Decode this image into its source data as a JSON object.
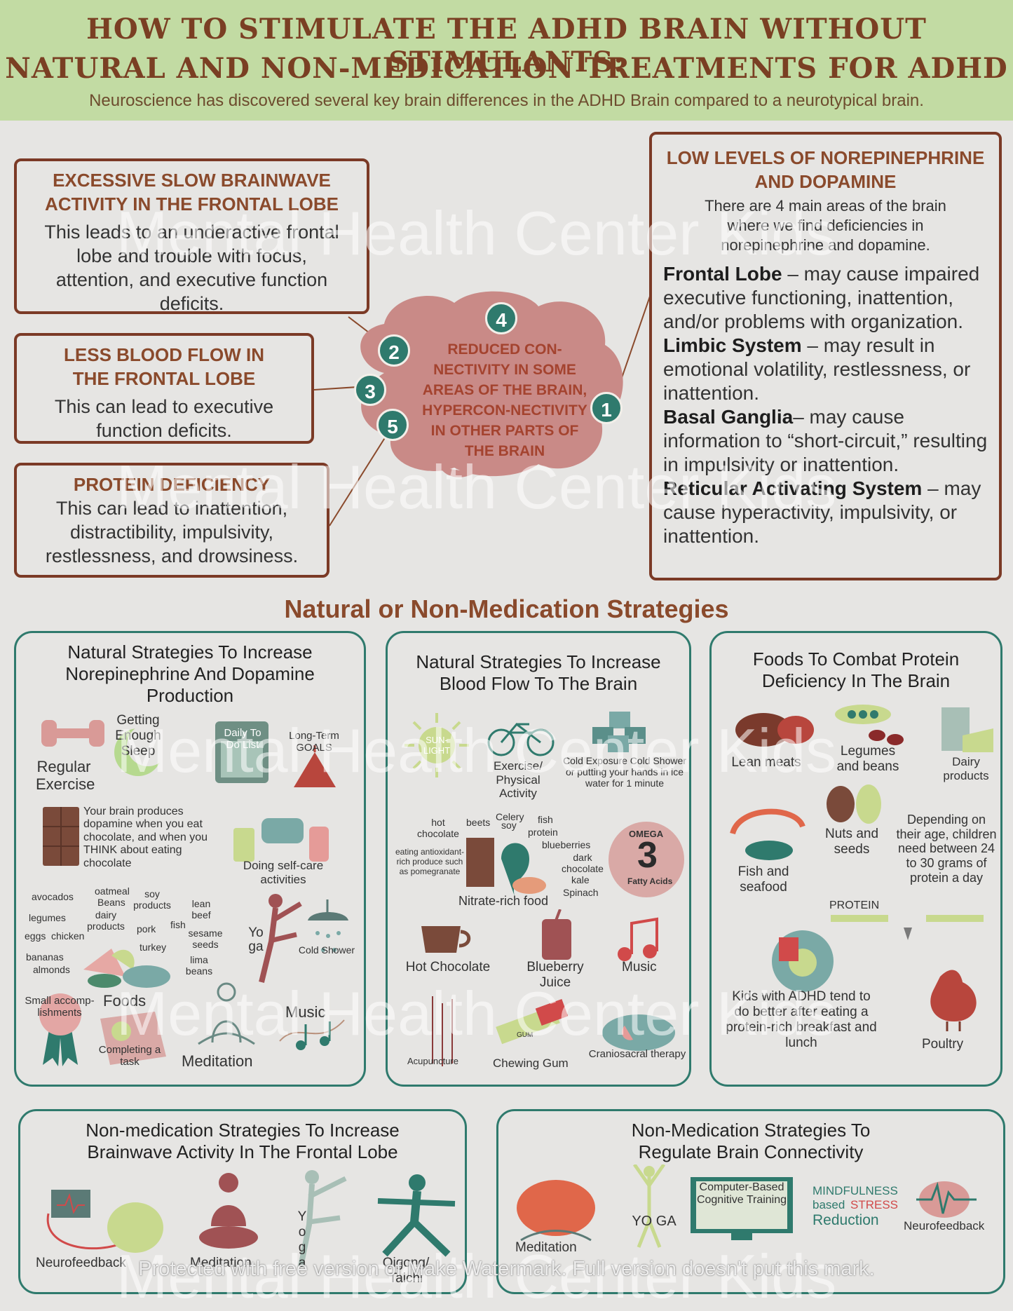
{
  "header": {
    "title_line1": "HOW TO STIMULATE THE ADHD BRAIN WITHOUT STIMULANTS:",
    "title_line2": "NATURAL AND NON-MEDICATION TREATMENTS FOR ADHD",
    "subtitle": "Neuroscience has discovered several key brain differences in the ADHD Brain compared to a neurotypical brain."
  },
  "differences": {
    "slow_brainwave": {
      "heading": "EXCESSIVE SLOW BRAINWAVE ACTIVITY IN THE FRONTAL LOBE",
      "text": "This leads to an underactive frontal lobe and trouble with focus, attention, and executive function deficits."
    },
    "blood_flow": {
      "heading": "LESS BLOOD FLOW IN THE FRONTAL LOBE",
      "text": "This can lead to executive function deficits."
    },
    "protein": {
      "heading": "PROTEIN DEFICIENCY",
      "text": "This can lead to inattention, distractibility, impulsivity, restlessness, and drowsiness."
    },
    "brain_center_text": "REDUCED CON-NECTIVITY IN SOME AREAS OF THE BRAIN, HYPERCON-NECTIVITY IN OTHER PARTS OF THE BRAIN",
    "numbers": [
      "1",
      "2",
      "3",
      "4",
      "5"
    ],
    "neuro": {
      "heading": "LOW LEVELS OF NOREPINEPHRINE AND DOPAMINE",
      "intro": "There are 4 main areas of the brain where we find deficiencies in norepinephrine and dopamine.",
      "areas": [
        {
          "name": "Frontal Lobe",
          "desc": " – may cause impaired executive functioning, inattention, and/or problems with organization."
        },
        {
          "name": "Limbic System",
          "desc": " – may result in emotional volatility, restlessness, or inattention."
        },
        {
          "name": "Basal Ganglia",
          "desc": "– may cause information to “short-circuit,” resulting in impulsivity or inattention."
        },
        {
          "name": "Reticular Activating System",
          "desc": " – may cause hyperactivity, impulsivity, or inattention."
        }
      ]
    }
  },
  "strategies_title": "Natural or Non-Medication Strategies",
  "panel_dopamine": {
    "heading": "Natural Strategies To Increase Norepinephrine And Dopamine Production",
    "regular_exercise": "Regular Exercise",
    "sleep": "Getting Enough Sleep",
    "todo": "Daily To Do List",
    "goals": "Long-Term GOALS",
    "chocolate": "Your brain produces dopamine when you eat chocolate, and when you THINK about eating chocolate",
    "selfcare": "Doing self-care activities",
    "foods_words": [
      "avocados",
      "oatmeal",
      "Beans",
      "soy products",
      "lean beef",
      "legumes",
      "dairy products",
      "pork",
      "fish",
      "sesame seeds",
      "eggs",
      "chicken",
      "turkey",
      "lima beans",
      "bananas",
      "almonds"
    ],
    "yoga": "Yoga",
    "cold_shower": "Cold Shower",
    "small": "Small accomp-lishments",
    "foods": "Foods",
    "completing": "Completing a task",
    "meditation": "Meditation",
    "music": "Music"
  },
  "panel_blood": {
    "heading": "Natural Strategies To Increase Blood Flow To The Brain",
    "sunlight": "SUN-LIGHT",
    "exercise": "Exercise/ Physical Activity",
    "cold": "Cold Exposure Cold Shower or putting your hands in ice water for 1 minute",
    "nitrate_words": [
      "hot chocolate",
      "beets",
      "Celery",
      "soy",
      "fish",
      "protein",
      "blueberries",
      "dark chocolate",
      "kale",
      "Spinach",
      "eating antioxidant-rich produce such as pomegranate"
    ],
    "nitrate": "Nitrate-rich food",
    "omega_top": "OMEGA",
    "omega_num": "3",
    "omega_bottom": "Fatty Acids",
    "hot_chocolate": "Hot Chocolate",
    "blueberry": "Blueberry Juice",
    "music": "Music",
    "acupuncture": "Acupuncture",
    "gum_label": "GUM",
    "gum": "Chewing Gum",
    "cranio": "Craniosacral therapy"
  },
  "panel_protein": {
    "heading": "Foods To Combat Protein Deficiency In The Brain",
    "lean": "Lean meats",
    "legumes": "Legumes and beans",
    "dairy": "Dairy products",
    "nuts": "Nuts and seeds",
    "fish": "Fish and seafood",
    "age": "Depending on their age, children need between 24 to 30 grams of protein a day",
    "protein": "PROTEIN",
    "kids": "Kids with ADHD tend to do better after eating a protein-rich breakfast and lunch",
    "poultry": "Poultry"
  },
  "panel_brainwave": {
    "heading": "Non-medication Strategies To Increase Brainwave Activity In The Frontal Lobe",
    "neurofeedback": "Neurofeedback",
    "meditation": "Meditation",
    "yoga": "Yoga",
    "qigong": "Qigong/ Taichi"
  },
  "panel_connectivity": {
    "heading": "Non-Medication Strategies To Regulate Brain Connectivity",
    "meditation": "Meditation",
    "yoga": "YO GA",
    "computer": "Computer-Based Cognitive Training",
    "mindfulness_line1": "MINDFULNESS",
    "mindfulness_based": "based",
    "mindfulness_stress": "STRESS",
    "mindfulness_line3": "Reduction",
    "neurofeedback": "Neurofeedback"
  },
  "watermark": {
    "brand": "Mental Health Center Kids",
    "notice": "Protected with free version of Make Watermark. Full version doesn't put this mark."
  },
  "colors": {
    "header_bg": "#c2dba3",
    "brown": "#7b3a26",
    "teal": "#2f7a6d",
    "brain_pink": "#c98a87"
  }
}
